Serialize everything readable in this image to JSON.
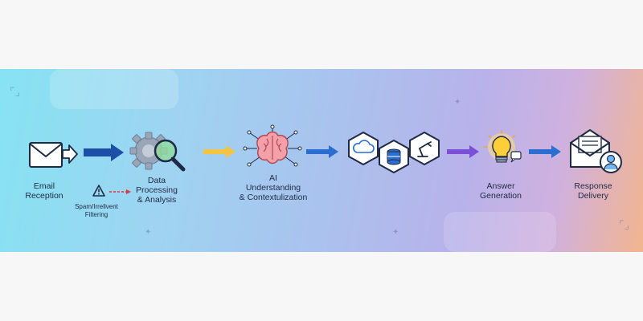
{
  "steps": [
    {
      "label": "Email\nReception",
      "icon": "envelope-icon"
    },
    {
      "label": "Data\nProcessing\n& Analysis",
      "icon": "gear-magnifier-icon"
    },
    {
      "label": "AI\nUnderstanding\n& Contextulization",
      "icon": "brain-icon"
    },
    {
      "label": "",
      "icon": "cloud-database-robot-icon"
    },
    {
      "label": "Answer\nGeneration",
      "icon": "lightbulb-icon"
    },
    {
      "label": "Response\nDelivery",
      "icon": "envelope-user-icon"
    }
  ],
  "filter": {
    "label": "Spam/Irrellvent\nFiltering",
    "icon": "warning-icon"
  },
  "colors": {
    "arrow_blue": "#2563c9",
    "arrow_yellow": "#f5c542",
    "arrow_purple": "#7b4fd6",
    "filter_red": "#d93a3a"
  }
}
